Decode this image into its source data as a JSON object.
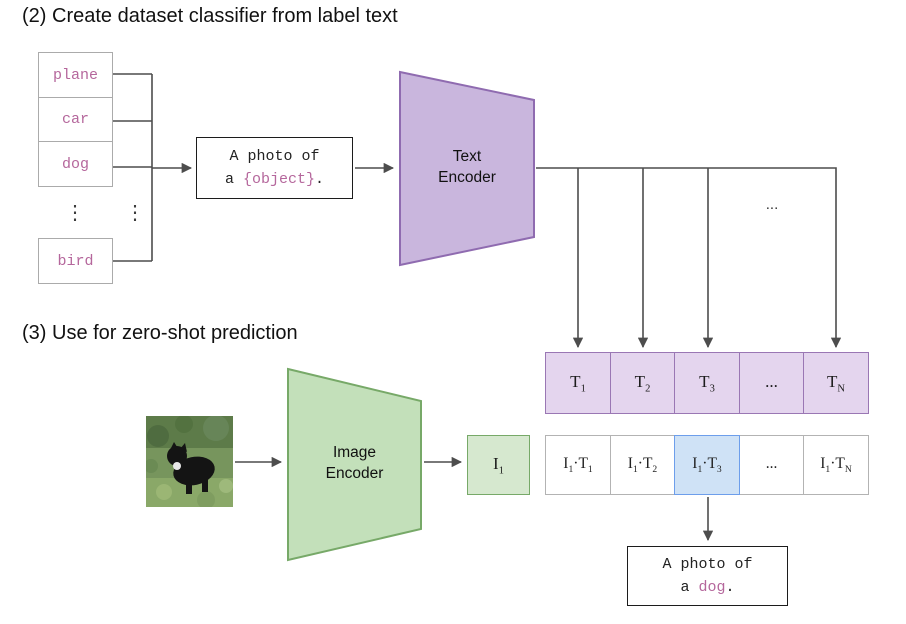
{
  "colors": {
    "label_text": "#b5679c",
    "purple_fill": "#c9b6dd",
    "purple_border": "#8f6bb0",
    "t_cell_fill": "#e4d5ee",
    "t_cell_border": "#9a77b4",
    "green_fill": "#c3e0ba",
    "green_border": "#77a968",
    "i_cell_fill": "#d6e8cf",
    "highlight_fill": "#cfe2f6",
    "highlight_border": "#6d9eeb",
    "line": "#4d4d4d"
  },
  "section2": {
    "title": "(2) Create dataset classifier from label text"
  },
  "section3": {
    "title": "(3) Use for zero-shot prediction"
  },
  "label_column": {
    "items": [
      "plane",
      "car",
      "dog",
      "bird"
    ],
    "ellipsis_vertical": "⋮"
  },
  "prompt_box": {
    "line1": "A photo of",
    "line2_prefix": "a ",
    "object": "{object}",
    "suffix": "."
  },
  "text_encoder": {
    "line1": "Text",
    "line2": "Encoder"
  },
  "image_encoder": {
    "line1": "Image",
    "line2": "Encoder"
  },
  "ellipsis_top": "...",
  "t_row": {
    "cells": [
      {
        "base": "T",
        "sub": "1"
      },
      {
        "base": "T",
        "sub": "2"
      },
      {
        "base": "T",
        "sub": "3"
      },
      {
        "base": "...",
        "sub": ""
      },
      {
        "base": "T",
        "sub": "N"
      }
    ]
  },
  "i_box": {
    "base": "I",
    "sub": "1"
  },
  "matrix_row": {
    "cells": [
      {
        "left": "I",
        "left_sub": "1",
        "dot": "·",
        "right": "T",
        "right_sub": "1",
        "highlight": false
      },
      {
        "left": "I",
        "left_sub": "1",
        "dot": "·",
        "right": "T",
        "right_sub": "2",
        "highlight": false
      },
      {
        "left": "I",
        "left_sub": "1",
        "dot": "·",
        "right": "T",
        "right_sub": "3",
        "highlight": true
      },
      {
        "left": "...",
        "left_sub": "",
        "dot": "",
        "right": "",
        "right_sub": "",
        "highlight": false
      },
      {
        "left": "I",
        "left_sub": "1",
        "dot": "·",
        "right": "T",
        "right_sub": "N",
        "highlight": false
      }
    ]
  },
  "output_box": {
    "line1": "A photo of",
    "line2_prefix": "a ",
    "object": "dog",
    "suffix": "."
  }
}
